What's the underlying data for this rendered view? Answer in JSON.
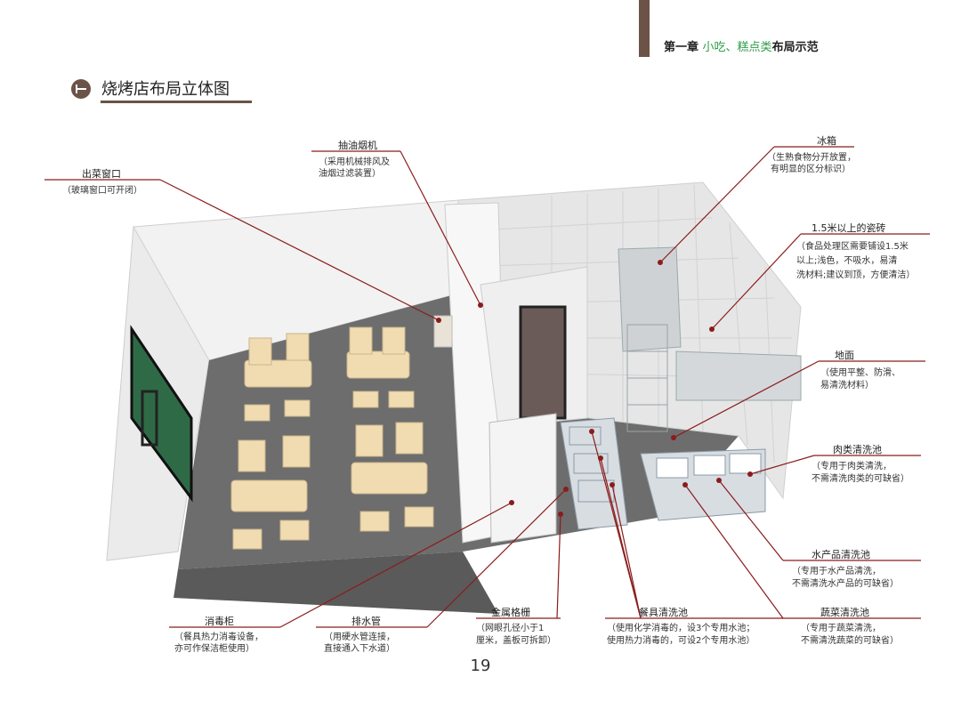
{
  "header": {
    "chapter_prefix": "第一章",
    "chapter_highlight": "小吃、糕点类",
    "chapter_suffix": "布局示范"
  },
  "section": {
    "title": "烧烤店布局立体图"
  },
  "labels": {
    "serving_window": {
      "title": "出菜窗口",
      "desc": "（玻璃窗口可开闭）"
    },
    "range_hood": {
      "title": "抽油烟机",
      "desc1": "（采用机械排风及",
      "desc2": "油烟过滤装置）"
    },
    "fridge": {
      "title": "冰箱",
      "desc1": "（生熟食物分开放置，",
      "desc2": "有明显的区分标识）"
    },
    "tiles": {
      "title": "1.5米以上的瓷砖",
      "desc1": "（食品处理区需要铺设1.5米",
      "desc2": "以上;浅色，不吸水，易清",
      "desc3": "洗材料;建议到顶，方便清洁）"
    },
    "floor": {
      "title": "地面",
      "desc1": "（使用平整、防滑、",
      "desc2": "易清洗材料）"
    },
    "meat_sink": {
      "title": "肉类清洗池",
      "desc1": "（专用于肉类清洗，",
      "desc2": "不需清洗肉类的可缺省）"
    },
    "seafood_sink": {
      "title": "水产品清洗池",
      "desc1": "（专用于水产品清洗，",
      "desc2": "不需清洗水产品的可缺省）"
    },
    "veg_sink": {
      "title": "蔬菜清洗池",
      "desc1": "（专用于蔬菜清洗，",
      "desc2": "不需清洗蔬菜的可缺省）"
    },
    "dish_sink": {
      "title": "餐具清洗池",
      "desc1": "（使用化学消毒的，设3个专用水池；",
      "desc2": "使用热力消毒的，可设2个专用水池）"
    },
    "grate": {
      "title": "金属格栅",
      "desc1": "（网眼孔径小于1",
      "desc2": "厘米，盖板可拆卸）"
    },
    "drain": {
      "title": "排水管",
      "desc1": "（用硬水管连接，",
      "desc2": "直接通入下水道）"
    },
    "sterilizer": {
      "title": "消毒柜",
      "desc1": "（餐具热力消毒设备，",
      "desc2": "亦可作保洁柜使用）"
    }
  },
  "page_number": "19",
  "colors": {
    "accent": "#6b5347",
    "highlight": "#2e9d4a",
    "leader": "#8a1c1c"
  }
}
